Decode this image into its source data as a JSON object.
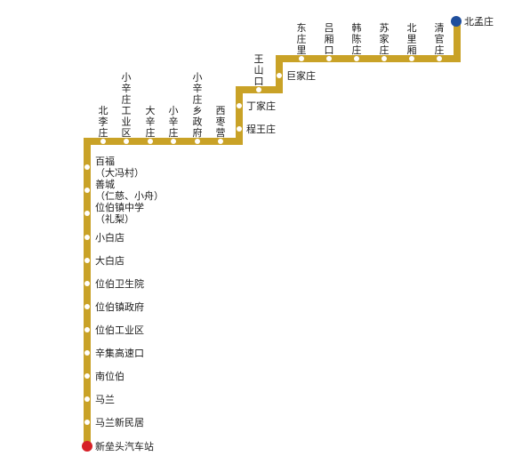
{
  "line": {
    "color": "#c9a227"
  },
  "terminals": {
    "start": {
      "name": "新垒头汽车站",
      "color": "#d62027"
    },
    "end": {
      "name": "北孟庄",
      "color": "#1f4e9c"
    }
  },
  "stations": [
    "新垒头汽车站",
    "马兰新民居",
    "马兰",
    "南位伯",
    "辛集高速口",
    "位伯工业区",
    "位伯镇政府",
    "位伯卫生院",
    "大白店",
    "小白店",
    "位伯镇中学（礼梨）",
    "善城（仁慈、小舟）",
    "百福（大冯村）",
    "北李庄",
    "小辛庄工业区",
    "大辛庄",
    "小辛庄",
    "小辛庄乡政府",
    "西枣营",
    "程王庄",
    "丁家庄",
    "王山口",
    "巨家庄",
    "东庄里",
    "吕厢口",
    "韩陈庄",
    "苏家庄",
    "北里厢",
    "清官庄",
    "北孟庄"
  ]
}
